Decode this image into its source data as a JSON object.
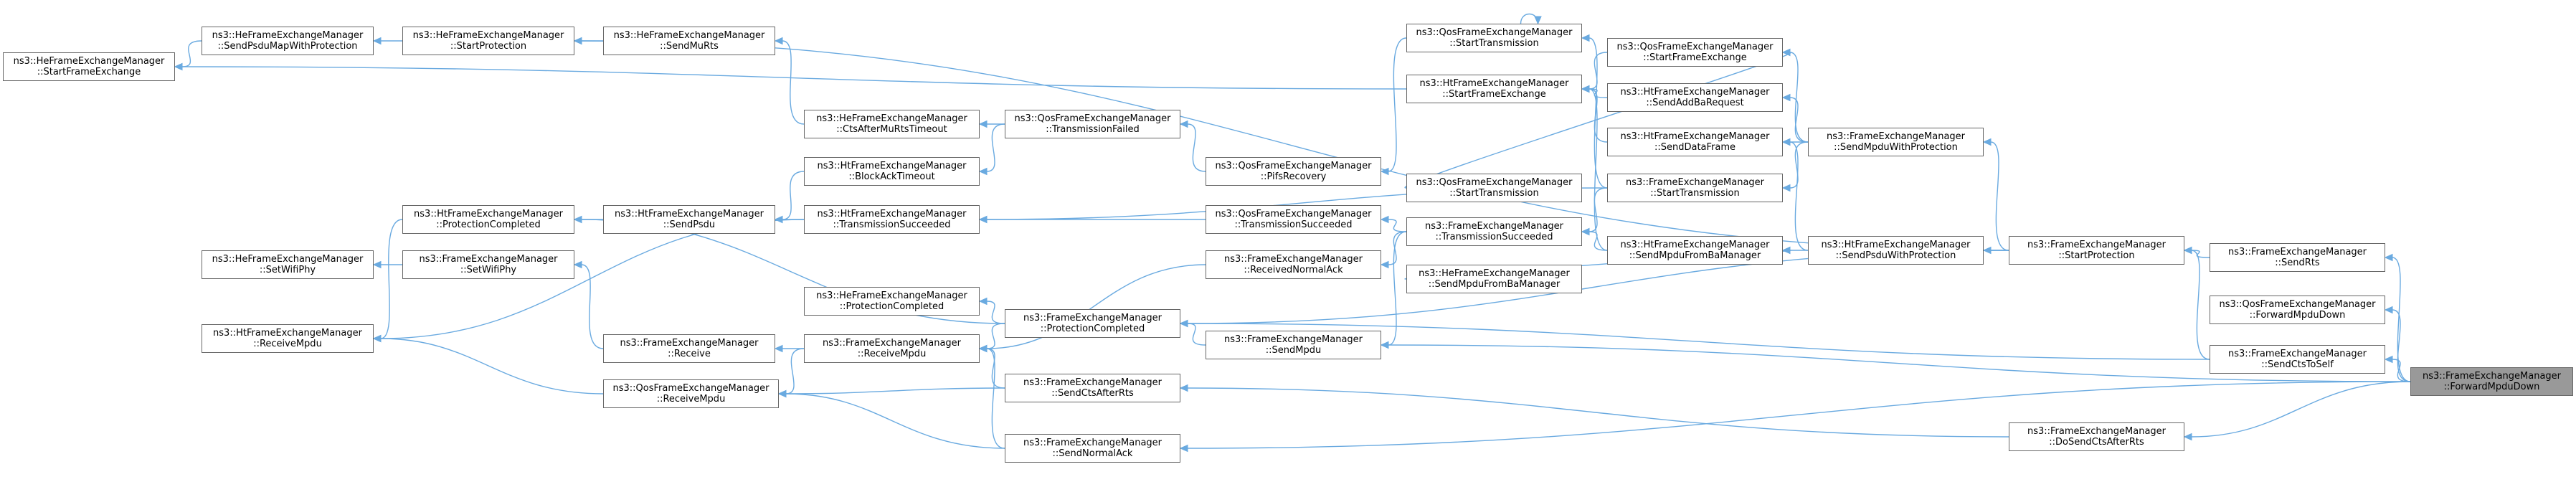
{
  "diagram": {
    "type": "call-graph",
    "highlighted_node": "n-forward",
    "colors": {
      "edge": "#6aaae0",
      "node_border": "#666666",
      "highlight_fill": "#999999"
    },
    "nodes": [
      {
        "id": "n-he-start-fe",
        "l1": "ns3::HeFrameExchangeManager",
        "l2": "::StartFrameExchange"
      },
      {
        "id": "n-he-sendpsdumap",
        "l1": "ns3::HeFrameExchangeManager",
        "l2": "::SendPsduMapWithProtection"
      },
      {
        "id": "n-he-startprot",
        "l1": "ns3::HeFrameExchangeManager",
        "l2": "::StartProtection"
      },
      {
        "id": "n-he-sendmurts",
        "l1": "ns3::HeFrameExchangeManager",
        "l2": "::SendMuRts"
      },
      {
        "id": "n-he-ctsafter",
        "l1": "ns3::HeFrameExchangeManager",
        "l2": "::CtsAfterMuRtsTimeout"
      },
      {
        "id": "n-qos-txfailed",
        "l1": "ns3::QosFrameExchangeManager",
        "l2": "::TransmissionFailed"
      },
      {
        "id": "n-ht-blockack",
        "l1": "ns3::HtFrameExchangeManager",
        "l2": "::BlockAckTimeout"
      },
      {
        "id": "n-qos-pifs",
        "l1": "ns3::QosFrameExchangeManager",
        "l2": "::PifsRecovery"
      },
      {
        "id": "n-ht-protcompleted",
        "l1": "ns3::HtFrameExchangeManager",
        "l2": "::ProtectionCompleted"
      },
      {
        "id": "n-ht-sendpsdu",
        "l1": "ns3::HtFrameExchangeManager",
        "l2": "::SendPsdu"
      },
      {
        "id": "n-ht-txsucc",
        "l1": "ns3::HtFrameExchangeManager",
        "l2": "::TransmissionSucceeded"
      },
      {
        "id": "n-qos-txsucc",
        "l1": "ns3::QosFrameExchangeManager",
        "l2": "::TransmissionSucceeded"
      },
      {
        "id": "n-he-setwifiphy",
        "l1": "ns3::HeFrameExchangeManager",
        "l2": "::SetWifiPhy"
      },
      {
        "id": "n-fe-setwifiphy",
        "l1": "ns3::FrameExchangeManager",
        "l2": "::SetWifiPhy"
      },
      {
        "id": "n-ht-receivempdu",
        "l1": "ns3::HtFrameExchangeManager",
        "l2": "::ReceiveMpdu"
      },
      {
        "id": "n-fe-receive",
        "l1": "ns3::FrameExchangeManager",
        "l2": "::Receive"
      },
      {
        "id": "n-qos-receivempdu",
        "l1": "ns3::QosFrameExchangeManager",
        "l2": "::ReceiveMpdu"
      },
      {
        "id": "n-fe-receivempdu",
        "l1": "ns3::FrameExchangeManager",
        "l2": "::ReceiveMpdu"
      },
      {
        "id": "n-he-protcompleted",
        "l1": "ns3::HeFrameExchangeManager",
        "l2": "::ProtectionCompleted"
      },
      {
        "id": "n-fe-protcompleted",
        "l1": "ns3::FrameExchangeManager",
        "l2": "::ProtectionCompleted"
      },
      {
        "id": "n-fe-sendctsafterrts",
        "l1": "ns3::FrameExchangeManager",
        "l2": "::SendCtsAfterRts"
      },
      {
        "id": "n-fe-sendnormalack",
        "l1": "ns3::FrameExchangeManager",
        "l2": "::SendNormalAck"
      },
      {
        "id": "n-fe-recvnormalack",
        "l1": "ns3::FrameExchangeManager",
        "l2": "::ReceivedNormalAck"
      },
      {
        "id": "n-fe-sendmpdu",
        "l1": "ns3::FrameExchangeManager",
        "l2": "::SendMpdu"
      },
      {
        "id": "n-qos-starttx-a",
        "l1": "ns3::QosFrameExchangeManager",
        "l2": "::StartTransmission"
      },
      {
        "id": "n-ht-startfe",
        "l1": "ns3::HtFrameExchangeManager",
        "l2": "::StartFrameExchange"
      },
      {
        "id": "n-qos-starttx",
        "l1": "ns3::QosFrameExchangeManager",
        "l2": "::StartTransmission"
      },
      {
        "id": "n-fe-txsucc",
        "l1": "ns3::FrameExchangeManager",
        "l2": "::TransmissionSucceeded"
      },
      {
        "id": "n-he-sendmpdufromba",
        "l1": "ns3::HeFrameExchangeManager",
        "l2": "::SendMpduFromBaManager"
      },
      {
        "id": "n-qos-startfe",
        "l1": "ns3::QosFrameExchangeManager",
        "l2": "::StartFrameExchange"
      },
      {
        "id": "n-ht-sendaddba",
        "l1": "ns3::HtFrameExchangeManager",
        "l2": "::SendAddBaRequest"
      },
      {
        "id": "n-ht-senddataframe",
        "l1": "ns3::HtFrameExchangeManager",
        "l2": "::SendDataFrame"
      },
      {
        "id": "n-fe-starttx",
        "l1": "ns3::FrameExchangeManager",
        "l2": "::StartTransmission"
      },
      {
        "id": "n-ht-sendmpdufromba",
        "l1": "ns3::HtFrameExchangeManager",
        "l2": "::SendMpduFromBaManager"
      },
      {
        "id": "n-fe-sendmpduwithprot",
        "l1": "ns3::FrameExchangeManager",
        "l2": "::SendMpduWithProtection"
      },
      {
        "id": "n-ht-sendpsduwithprot",
        "l1": "ns3::HtFrameExchangeManager",
        "l2": "::SendPsduWithProtection"
      },
      {
        "id": "n-fe-startprot",
        "l1": "ns3::FrameExchangeManager",
        "l2": "::StartProtection"
      },
      {
        "id": "n-fe-dosendctsafterrts",
        "l1": "ns3::FrameExchangeManager",
        "l2": "::DoSendCtsAfterRts"
      },
      {
        "id": "n-fe-sendrts",
        "l1": "ns3::FrameExchangeManager",
        "l2": "::SendRts"
      },
      {
        "id": "n-qos-forward",
        "l1": "ns3::QosFrameExchangeManager",
        "l2": "::ForwardMpduDown"
      },
      {
        "id": "n-fe-sendctstoself",
        "l1": "ns3::FrameExchangeManager",
        "l2": "::SendCtsToSelf"
      },
      {
        "id": "n-forward",
        "l1": "ns3::FrameExchangeManager",
        "l2": "::ForwardMpduDown"
      }
    ],
    "edges": [
      [
        "n-he-sendpsdumap",
        "n-he-start-fe"
      ],
      [
        "n-he-startprot",
        "n-he-sendpsdumap"
      ],
      [
        "n-he-sendmurts",
        "n-he-startprot"
      ],
      [
        "n-he-ctsafter",
        "n-he-sendmurts"
      ],
      [
        "n-qos-txfailed",
        "n-he-ctsafter"
      ],
      [
        "n-qos-txfailed",
        "n-ht-blockack"
      ],
      [
        "n-qos-pifs",
        "n-qos-txfailed"
      ],
      [
        "n-qos-starttx-a",
        "n-qos-pifs"
      ],
      [
        "n-qos-starttx-a",
        "n-qos-starttx-a"
      ],
      [
        "n-fe-starttx",
        "n-qos-starttx-a"
      ],
      [
        "n-ht-blockack",
        "n-ht-sendpsdu"
      ],
      [
        "n-ht-txsucc",
        "n-ht-sendpsdu"
      ],
      [
        "n-ht-sendpsdu",
        "n-ht-protcompleted"
      ],
      [
        "n-ht-protcompleted",
        "n-ht-receivempdu"
      ],
      [
        "n-ht-txsucc",
        "n-ht-receivempdu"
      ],
      [
        "n-qos-txsucc",
        "n-ht-txsucc"
      ],
      [
        "n-fe-txsucc",
        "n-qos-txsucc"
      ],
      [
        "n-fe-txsucc",
        "n-fe-recvnormalack"
      ],
      [
        "n-fe-txsucc",
        "n-fe-sendmpdu"
      ],
      [
        "n-fe-starttx",
        "n-fe-txsucc"
      ],
      [
        "n-fe-recvnormalack",
        "n-fe-receivempdu"
      ],
      [
        "n-fe-setwifiphy",
        "n-he-setwifiphy"
      ],
      [
        "n-fe-receive",
        "n-fe-setwifiphy"
      ],
      [
        "n-fe-receivempdu",
        "n-fe-receive"
      ],
      [
        "n-fe-receivempdu",
        "n-qos-receivempdu"
      ],
      [
        "n-qos-receivempdu",
        "n-ht-receivempdu"
      ],
      [
        "n-fe-protcompleted",
        "n-he-protcompleted"
      ],
      [
        "n-fe-protcompleted",
        "n-ht-protcompleted"
      ],
      [
        "n-fe-protcompleted",
        "n-fe-receivempdu"
      ],
      [
        "n-fe-sendctsafterrts",
        "n-fe-receivempdu"
      ],
      [
        "n-fe-sendctsafterrts",
        "n-qos-receivempdu"
      ],
      [
        "n-fe-sendnormalack",
        "n-fe-receivempdu"
      ],
      [
        "n-fe-sendnormalack",
        "n-qos-receivempdu"
      ],
      [
        "n-fe-sendmpdu",
        "n-fe-protcompleted"
      ],
      [
        "n-ht-startfe",
        "n-he-start-fe"
      ],
      [
        "n-qos-startfe",
        "n-ht-startfe"
      ],
      [
        "n-qos-starttx",
        "n-qos-startfe"
      ],
      [
        "n-ht-sendaddba",
        "n-ht-startfe"
      ],
      [
        "n-ht-senddataframe",
        "n-ht-startfe"
      ],
      [
        "n-fe-starttx",
        "n-ht-txsucc"
      ],
      [
        "n-fe-sendmpduwithprot",
        "n-qos-startfe"
      ],
      [
        "n-fe-sendmpduwithprot",
        "n-ht-sendaddba"
      ],
      [
        "n-fe-sendmpduwithprot",
        "n-ht-senddataframe"
      ],
      [
        "n-fe-sendmpduwithprot",
        "n-fe-starttx"
      ],
      [
        "n-ht-sendmpdufromba",
        "n-fe-txsucc"
      ],
      [
        "n-ht-sendmpdufromba",
        "n-ht-startfe"
      ],
      [
        "n-he-sendmpdufromba",
        "n-ht-sendmpdufromba"
      ],
      [
        "n-ht-sendpsduwithprot",
        "n-ht-sendmpdufromba"
      ],
      [
        "n-ht-sendpsduwithprot",
        "n-ht-senddataframe"
      ],
      [
        "n-fe-startprot",
        "n-fe-sendmpduwithprot"
      ],
      [
        "n-fe-startprot",
        "n-ht-sendpsduwithprot"
      ],
      [
        "n-fe-startprot",
        "n-he-startprot"
      ],
      [
        "n-fe-startprot",
        "n-fe-protcompleted"
      ],
      [
        "n-fe-sendrts",
        "n-fe-startprot"
      ],
      [
        "n-fe-sendctstoself",
        "n-fe-startprot"
      ],
      [
        "n-fe-sendctstoself",
        "n-fe-protcompleted"
      ],
      [
        "n-fe-dosendctsafterrts",
        "n-fe-sendctsafterrts"
      ],
      [
        "n-forward",
        "n-fe-sendrts"
      ],
      [
        "n-forward",
        "n-qos-forward"
      ],
      [
        "n-forward",
        "n-fe-sendctstoself"
      ],
      [
        "n-forward",
        "n-fe-sendmpdu"
      ],
      [
        "n-forward",
        "n-fe-dosendctsafterrts"
      ],
      [
        "n-forward",
        "n-fe-sendnormalack"
      ]
    ]
  }
}
